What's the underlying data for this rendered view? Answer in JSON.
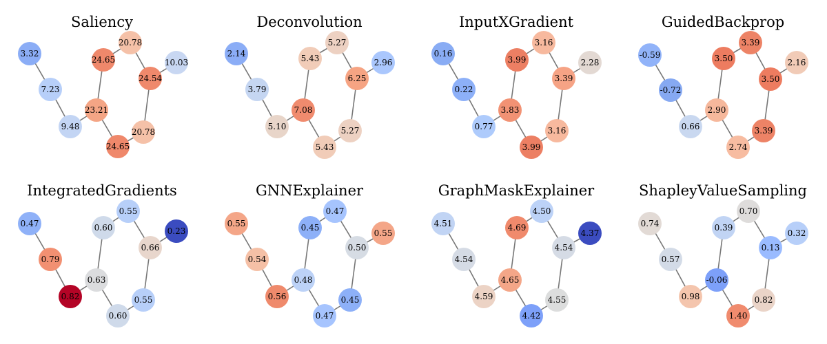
{
  "figure": {
    "colormap": "coolwarm",
    "edges": [
      [
        0,
        1
      ],
      [
        1,
        2
      ],
      [
        2,
        3
      ],
      [
        3,
        4
      ],
      [
        4,
        5
      ],
      [
        5,
        6
      ],
      [
        6,
        7
      ],
      [
        7,
        8
      ],
      [
        8,
        3
      ],
      [
        6,
        9
      ]
    ],
    "panels": [
      {
        "title": "Saliency",
        "labels": [
          "3.32",
          "7.23",
          "9.48",
          "23.21",
          "24.65",
          "20.78",
          "24.54",
          "20.78",
          "24.65",
          "10.03"
        ],
        "colors": [
          "#8badf6",
          "#b7cff9",
          "#c3d5f4",
          "#f4a585",
          "#ef886b",
          "#f5c1a8",
          "#ef896c",
          "#f5c1a8",
          "#ef886b",
          "#c8d7f2"
        ]
      },
      {
        "title": "Deconvolution",
        "labels": [
          "2.14",
          "3.79",
          "5.10",
          "7.08",
          "5.43",
          "5.27",
          "6.25",
          "5.27",
          "5.43",
          "2.96"
        ],
        "colors": [
          "#8badf6",
          "#c5d6f2",
          "#e8d5c9",
          "#f08b6e",
          "#f1ccb8",
          "#edd1c2",
          "#f6a483",
          "#edd1c2",
          "#f1ccb8",
          "#aac7fd"
        ]
      },
      {
        "title": "InputXGradient",
        "labels": [
          "0.16",
          "0.22",
          "0.77",
          "3.83",
          "3.99",
          "3.16",
          "3.39",
          "3.16",
          "3.99",
          "2.28"
        ],
        "colors": [
          "#89acf4",
          "#8db0f8",
          "#aecbfc",
          "#f29274",
          "#ec7f63",
          "#f7b99e",
          "#f6a385",
          "#f7b99e",
          "#ec7f63",
          "#e3d9d3"
        ]
      },
      {
        "title": "GuidedBackprop",
        "labels": [
          "-0.59",
          "-0.72",
          "0.66",
          "2.90",
          "3.50",
          "3.39",
          "3.50",
          "3.39",
          "2.74",
          "2.16"
        ],
        "colors": [
          "#91b3f9",
          "#86a9f2",
          "#c9d8f0",
          "#f6b89c",
          "#ed7c60",
          "#ed8366",
          "#ed7c60",
          "#ed8366",
          "#f7bca1",
          "#f1cbb7"
        ]
      },
      {
        "title": "IntegratedGradients",
        "labels": [
          "0.47",
          "0.79",
          "0.82",
          "0.63",
          "0.60",
          "0.55",
          "0.66",
          "0.55",
          "0.60",
          "0.23"
        ],
        "colors": [
          "#8fb1f8",
          "#f29072",
          "#b40426",
          "#dbdcde",
          "#cfdaea",
          "#b7cff9",
          "#e8d6cc",
          "#b7cff9",
          "#cfdaea",
          "#3b4cc0"
        ]
      },
      {
        "title": "GNNExplainer",
        "labels": [
          "0.55",
          "0.54",
          "0.56",
          "0.48",
          "0.45",
          "0.47",
          "0.50",
          "0.45",
          "0.47",
          "0.55"
        ],
        "colors": [
          "#f4a688",
          "#f5c0a6",
          "#ef8a6c",
          "#bcd2f7",
          "#8db0f8",
          "#a6c4fe",
          "#d6dce4",
          "#8db0f8",
          "#a6c4fe",
          "#f4a688"
        ]
      },
      {
        "title": "GraphMaskExplainer",
        "labels": [
          "4.51",
          "4.54",
          "4.59",
          "4.65",
          "4.69",
          "4.50",
          "4.54",
          "4.55",
          "4.42",
          "4.37"
        ],
        "colors": [
          "#c1d4f4",
          "#d5dbe5",
          "#ecd3c5",
          "#f4a688",
          "#f08a6c",
          "#bcd2f7",
          "#d5dbe5",
          "#dcdddd",
          "#7da0f9",
          "#3b4cc0"
        ]
      },
      {
        "title": "ShapleyValueSampling",
        "labels": [
          "0.74",
          "0.57",
          "0.98",
          "-0.06",
          "0.39",
          "0.70",
          "0.13",
          "0.82",
          "1.40",
          "0.32"
        ],
        "colors": [
          "#e2dad5",
          "#d3dbe7",
          "#f4c5ad",
          "#7da0f9",
          "#c1d4f4",
          "#dedcdb",
          "#9abbff",
          "#ead4c8",
          "#f08b6e",
          "#b7cff9"
        ]
      }
    ]
  }
}
